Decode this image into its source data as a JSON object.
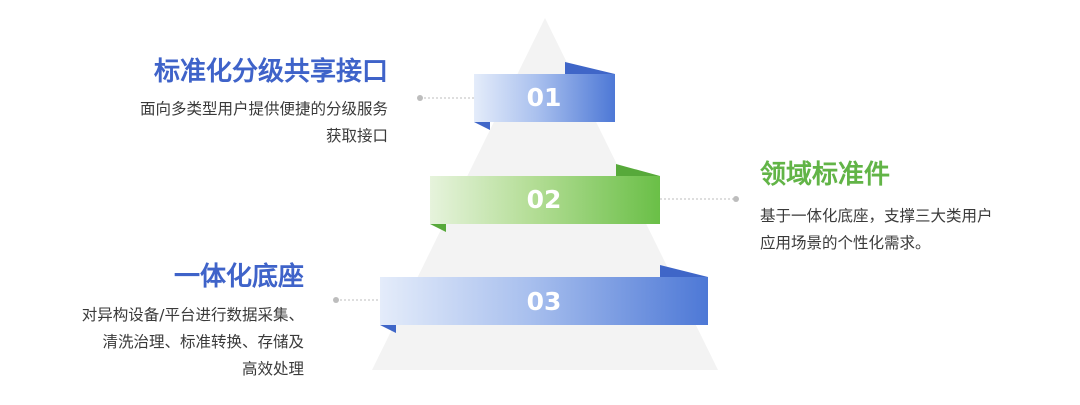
{
  "colors": {
    "blue_title": "#3F63C9",
    "green_title": "#62B447",
    "blue_dark": "#4D78D6",
    "blue_light": "#E4ECFA",
    "green_dark": "#6ABF47",
    "green_light": "#E6F3DC",
    "triangle": "#F3F3F3",
    "connector": "#BDBDBD"
  },
  "levels": [
    {
      "number": "01",
      "title": "标准化分级共享接口",
      "description_lines": [
        "面向多类型用户提供便捷的分级服务",
        "获取接口"
      ]
    },
    {
      "number": "02",
      "title": "领域标准件",
      "description_lines": [
        "基于一体化底座，支撑三大类用户",
        "应用场景的个性化需求。"
      ]
    },
    {
      "number": "03",
      "title": "一体化底座",
      "description_lines": [
        "对异构设备/平台进行数据采集、",
        "清洗治理、标准转换、存储及",
        "高效处理"
      ]
    }
  ]
}
